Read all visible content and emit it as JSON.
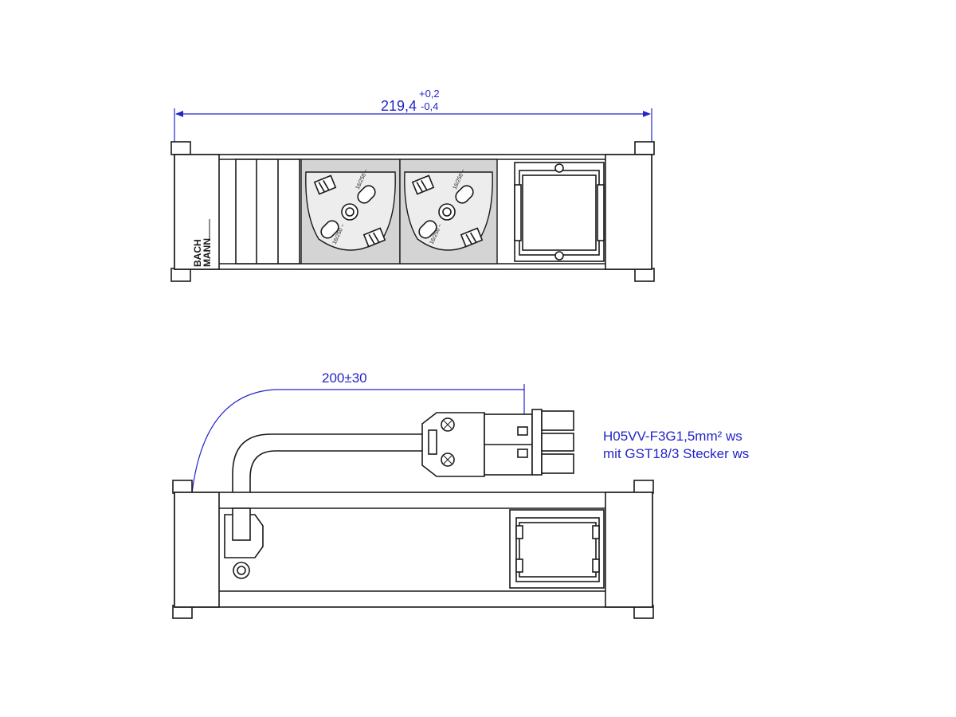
{
  "dimensions": {
    "length_value": "219,4",
    "tolerance_plus": "+0,2",
    "tolerance_minus": "-0,4",
    "cable_length": "200±30"
  },
  "cable_spec": {
    "line1": "H05VV-F3G1,5mm² ws",
    "line2": "mit GST18/3  Stecker ws"
  },
  "logo": {
    "line1": "BACH",
    "line2": "MANN"
  },
  "socket_marks": {
    "rating": "16/250 ~",
    "rating_alt": "16/250 ~"
  },
  "colors": {
    "dimension": "#2424c8",
    "outline": "#1a1a1a",
    "housing_fill": "#d4d4d4"
  }
}
